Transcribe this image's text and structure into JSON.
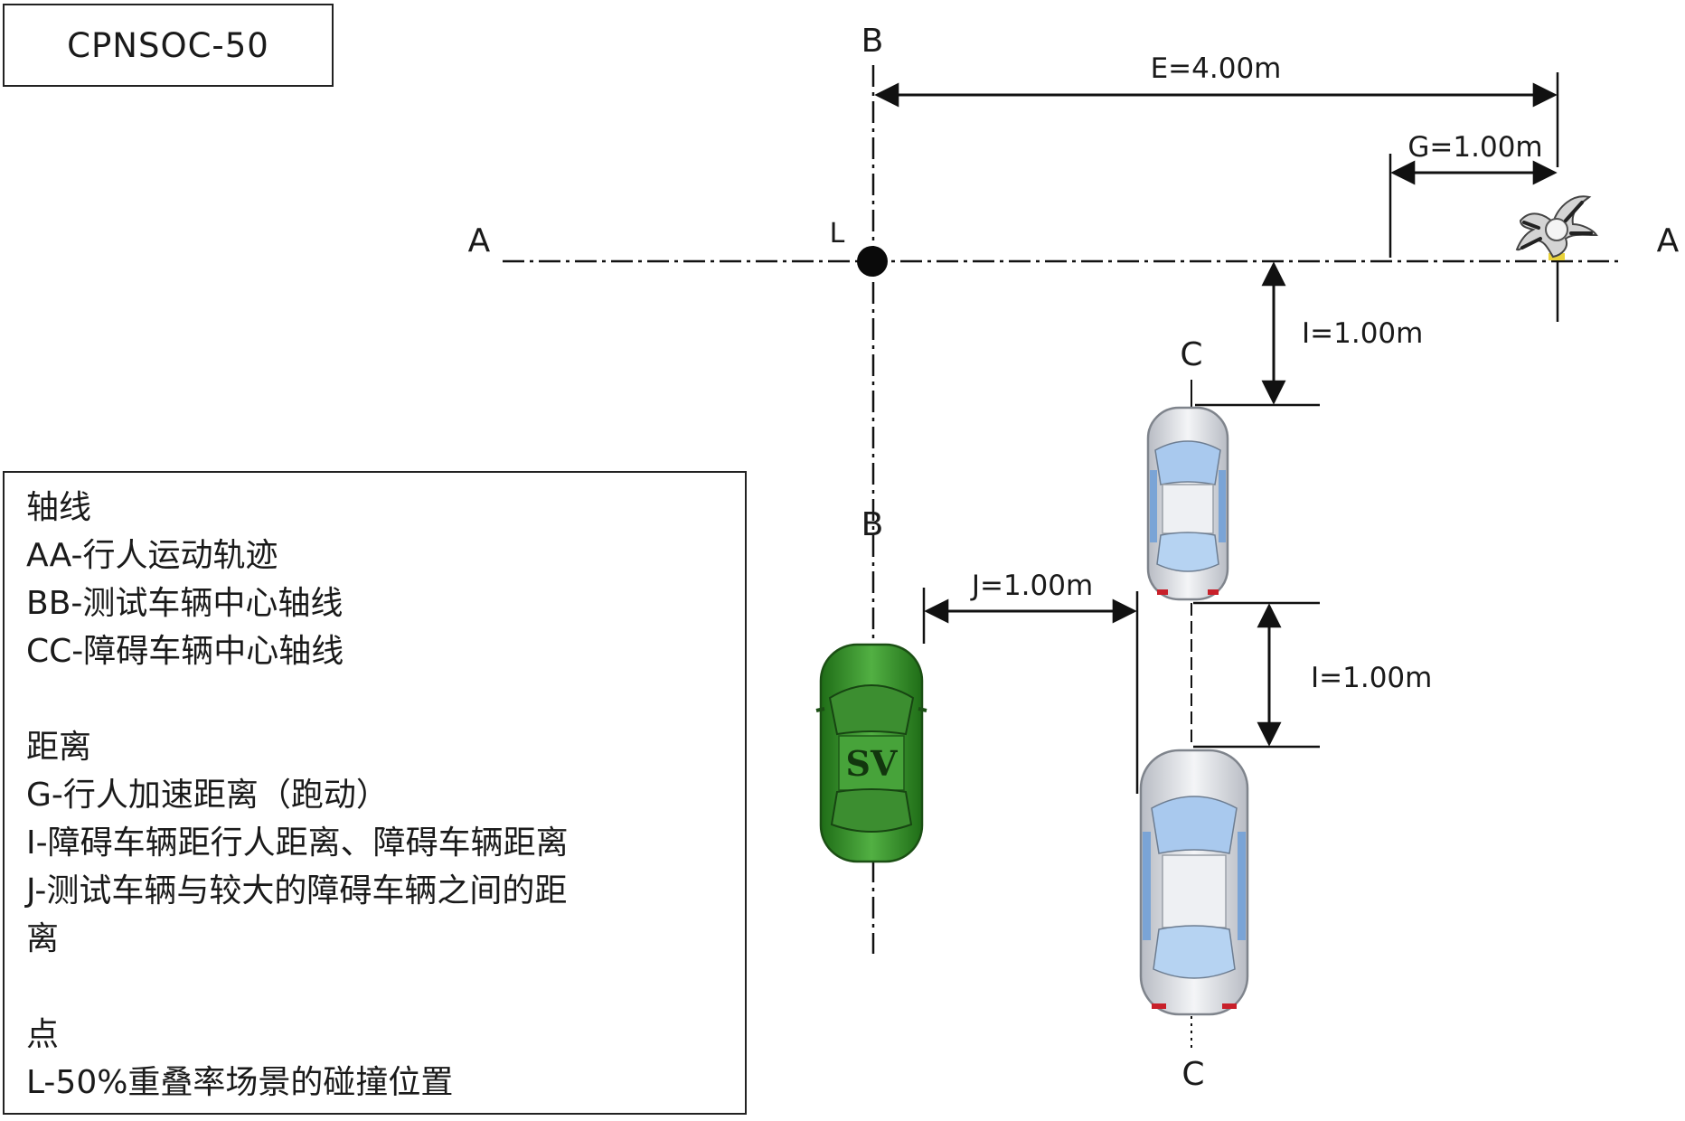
{
  "title": "CPNSOC-50",
  "labels": {
    "axis_a_left": "A",
    "axis_a_right": "A",
    "axis_b_top": "B",
    "axis_b_mid": "B",
    "axis_c_top": "C",
    "axis_c_bottom": "C",
    "point_l": "L",
    "dim_e": "E=4.00m",
    "dim_g": "G=1.00m",
    "dim_i_top": "I=1.00m",
    "dim_j": "J=1.00m",
    "dim_i_bottom": "I=1.00m",
    "sv": "SV"
  },
  "legend": {
    "axes_heading": "轴线",
    "axes_aa": "AA-行人运动轨迹",
    "axes_bb": "BB-测试车辆中心轴线",
    "axes_cc": "CC-障碍车辆中心轴线",
    "dist_heading": "距离",
    "dist_g": "G-行人加速距离（跑动）",
    "dist_i": "I-障碍车辆距行人距离、障碍车辆距离",
    "dist_j_1": "J-测试车辆与较大的障碍车辆之间的距",
    "dist_j_2": "离",
    "point_heading": "点",
    "point_l": "L-50%重叠率场景的碰撞位置"
  },
  "colors": {
    "line": "#111111",
    "sv_car": "#3a9a2e",
    "obstacle_car": "#e6e8ec",
    "glass": "#a9c9ee"
  }
}
